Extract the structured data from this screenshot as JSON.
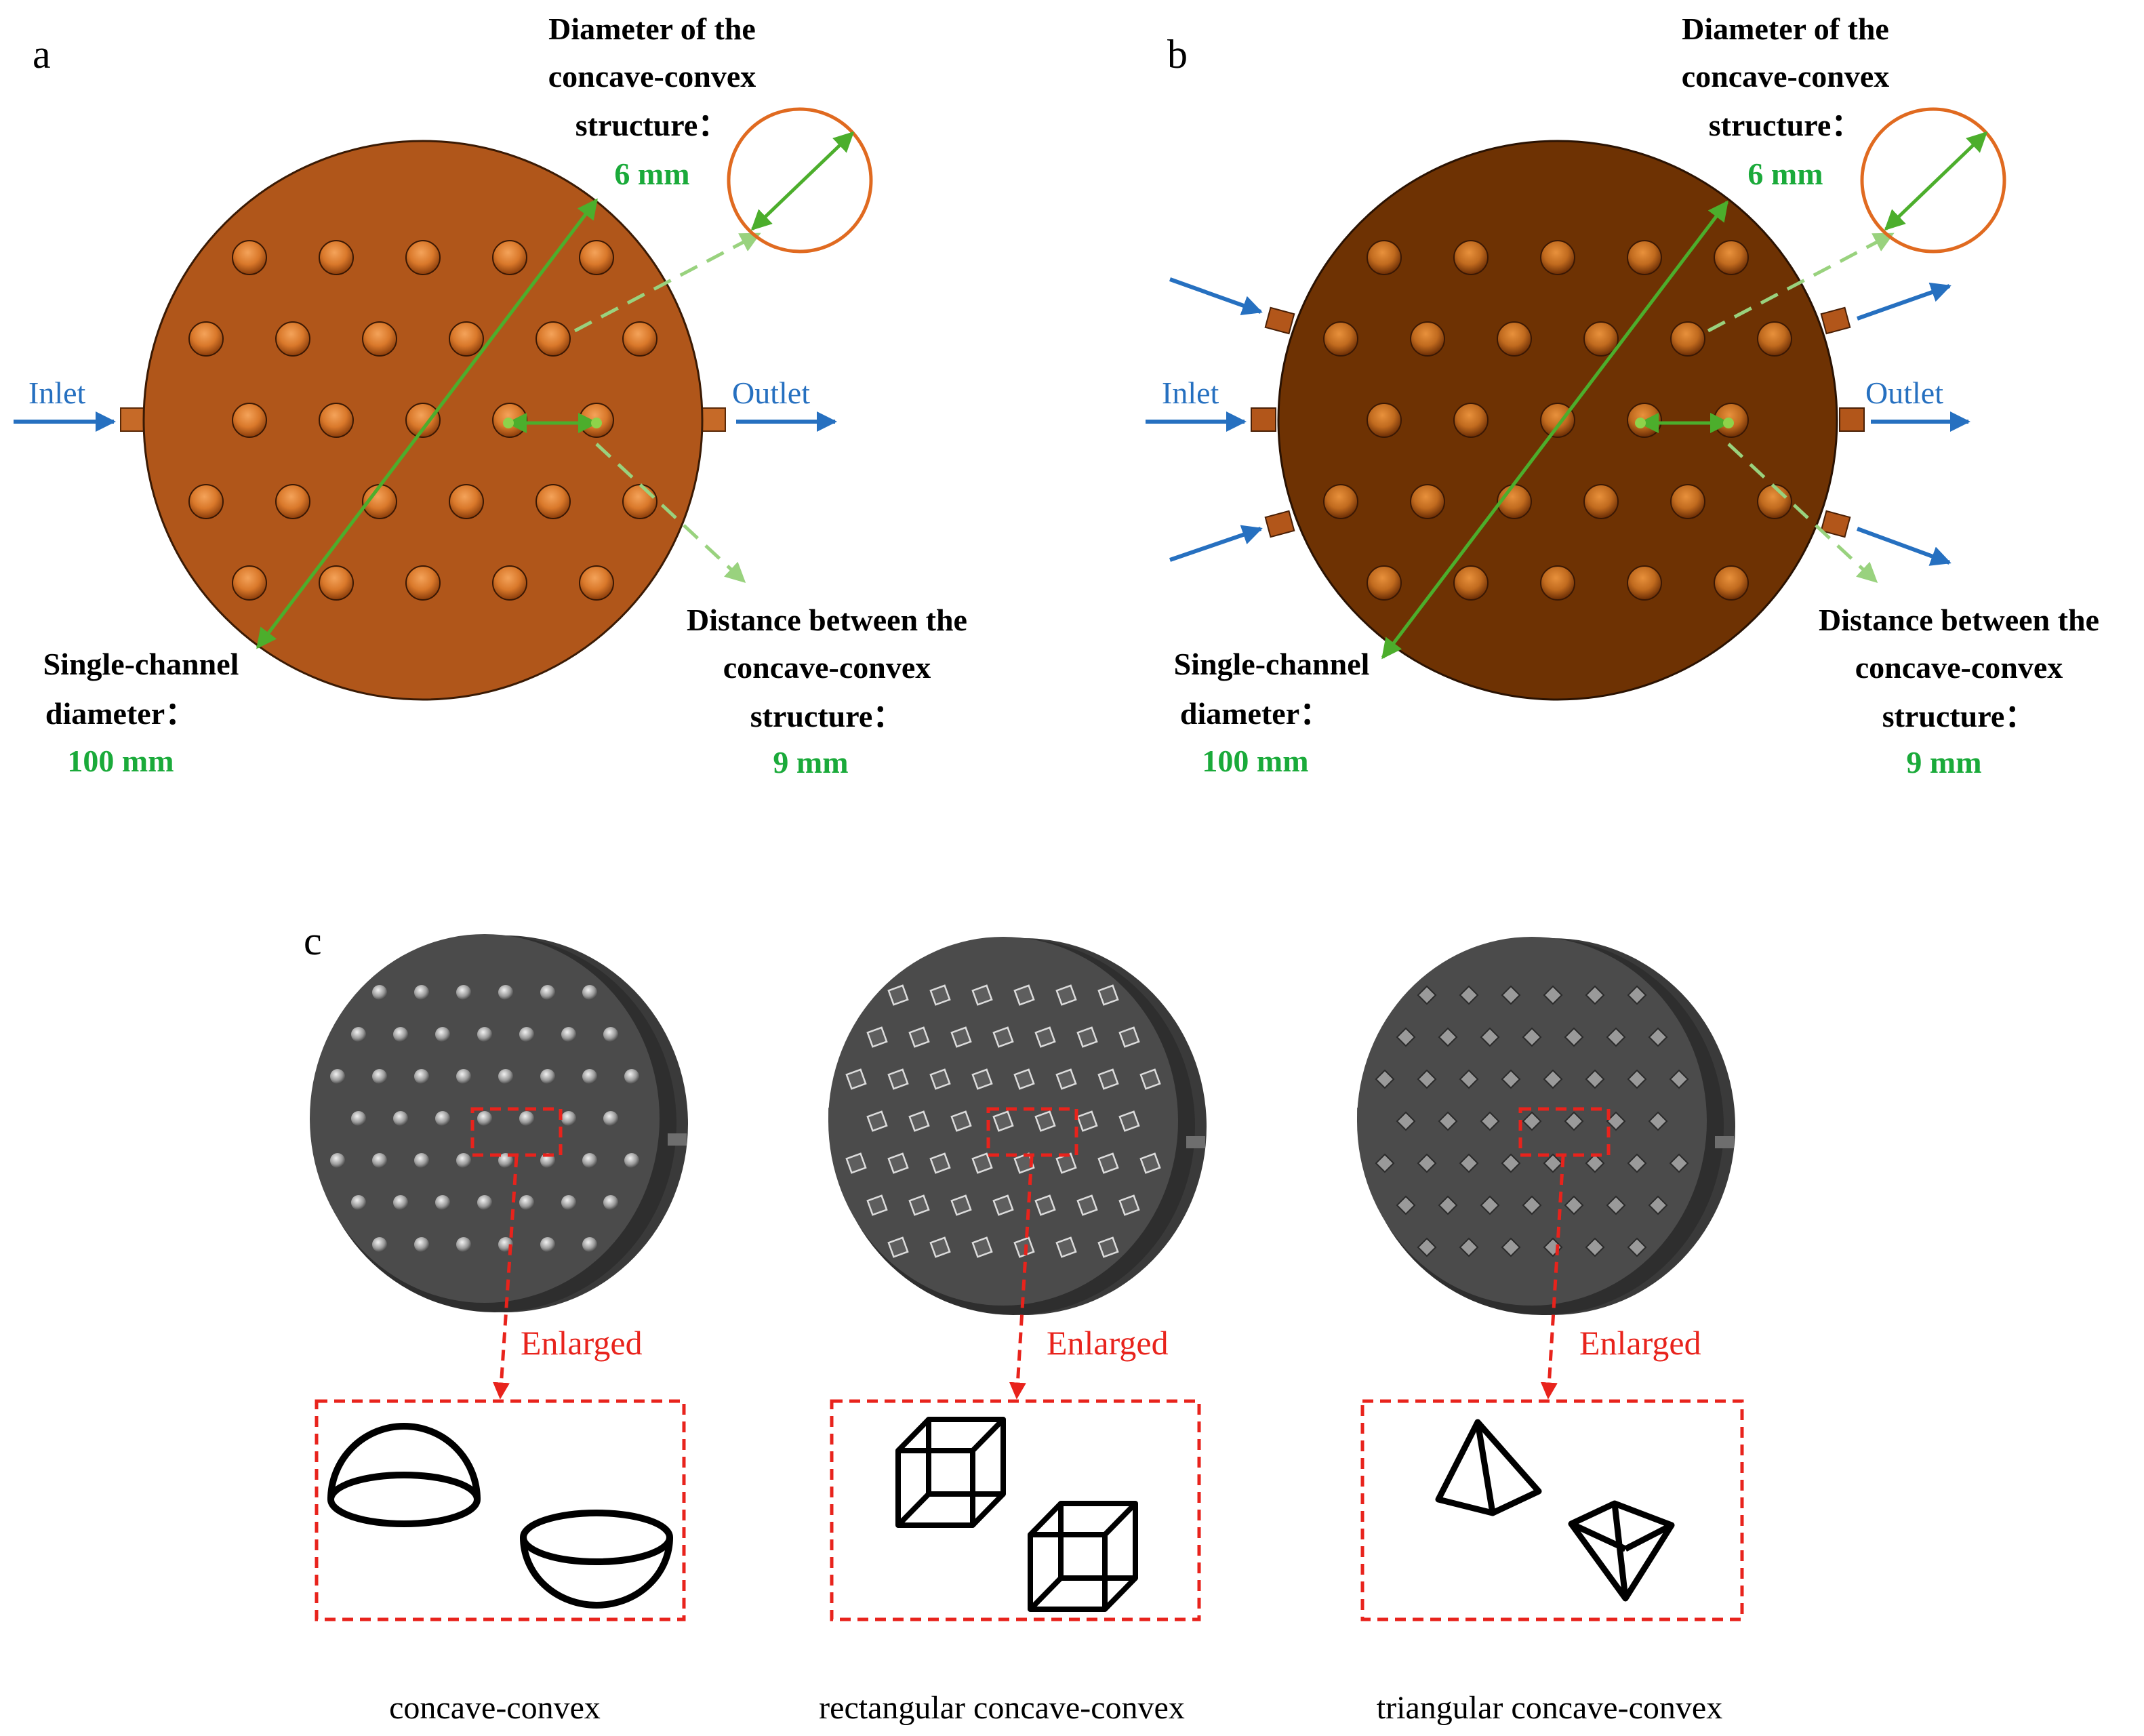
{
  "colors": {
    "disk_a": "#b0561a",
    "disk_b": "#6e3203",
    "green_label": "#1aaa3a",
    "green_line": "#4cae2c",
    "green_dash": "#99d27e",
    "blue_arrow": "#2670c0",
    "orange_circle": "#e06a20",
    "red_dash": "#e8231c",
    "dark_disk": "#4b4b4b"
  },
  "panel_a": {
    "letter": "a",
    "inlet": "Inlet",
    "outlet": "Outlet",
    "diameter_struct_lines": [
      "Diameter of the",
      "concave-convex",
      "structure："
    ],
    "diameter_struct_value": "6 mm",
    "channel_lines": [
      "Single-channel",
      "diameter："
    ],
    "channel_value": "100 mm",
    "distance_lines": [
      "Distance between the",
      "concave-convex",
      "structure："
    ],
    "distance_value": "9 mm"
  },
  "panel_b": {
    "letter": "b",
    "inlet": "Inlet",
    "outlet": "Outlet",
    "diameter_struct_lines": [
      "Diameter of the",
      "concave-convex",
      "structure："
    ],
    "diameter_struct_value": "6 mm",
    "channel_lines": [
      "Single-channel",
      "diameter："
    ],
    "channel_value": "100 mm",
    "distance_lines": [
      "Distance between the",
      "concave-convex",
      "structure："
    ],
    "distance_value": "9 mm"
  },
  "panel_c": {
    "letter": "c",
    "enlarged": "Enlarged",
    "captions": [
      "concave-convex",
      "rectangular concave-convex",
      "triangular concave-convex"
    ],
    "variants": [
      "hemisphere-icon",
      "cube-icon",
      "pyramid-icon"
    ]
  }
}
